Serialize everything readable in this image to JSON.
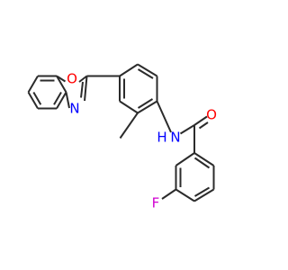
{
  "atoms": [
    {
      "id": "O_oxazole",
      "symbol": "O",
      "color": "#ff0000"
    },
    {
      "id": "N_oxazole",
      "symbol": "N",
      "color": "#0000ff"
    },
    {
      "id": "N_amide",
      "symbol": "N",
      "color": "#0000ff"
    },
    {
      "id": "H_amide",
      "symbol": "H",
      "color": "#0000ff"
    },
    {
      "id": "O_carbonyl",
      "symbol": "O",
      "color": "#ff0000"
    },
    {
      "id": "F",
      "symbol": "F",
      "color": "#d000d0"
    }
  ],
  "colors": {
    "bond": "#2b2b2b",
    "background": "#ffffff"
  }
}
